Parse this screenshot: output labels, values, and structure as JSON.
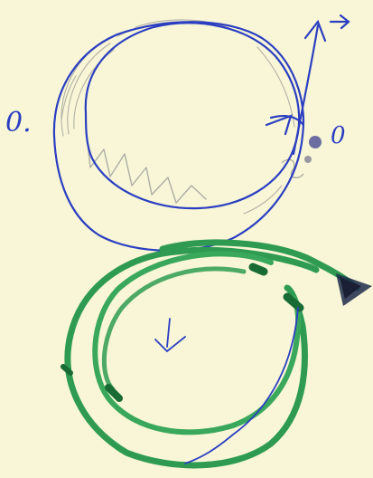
{
  "labels": {
    "left_mark": "0.",
    "right_mark": "0"
  },
  "colors": {
    "paper": "#fbf8d9",
    "blue_ink": "#2b3ec2",
    "green_marker": "#2f9b52",
    "dark_green_marker": "#176b33",
    "pencil": "#9b9b96"
  },
  "icons": {
    "arrow": "arrowhead",
    "blob": "ink-dot"
  }
}
